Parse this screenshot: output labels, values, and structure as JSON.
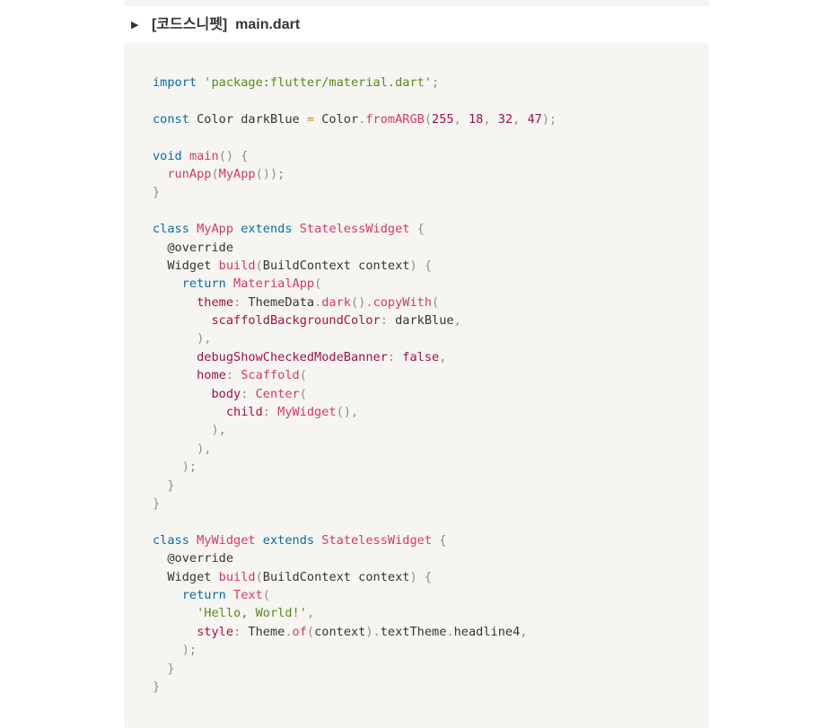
{
  "toggle": {
    "arrow_glyph": "▶",
    "title": "[코드스니펫]  main.dart"
  },
  "code": {
    "language": "dart",
    "colors": {
      "keyword": "#0a6d9e",
      "string": "#588a1b",
      "function": "#d23a62",
      "property": "#a0104a",
      "number": "#9a1050",
      "punctuation": "#8e8e8e",
      "operator": "#c48a27",
      "text": "#37352f",
      "block_background": "#f6f5f2"
    },
    "lines": [
      [
        [
          "kw",
          "import"
        ],
        [
          "txt",
          " "
        ],
        [
          "str",
          "'package:flutter/material.dart'"
        ],
        [
          "pun",
          ";"
        ]
      ],
      [],
      [
        [
          "kw",
          "const"
        ],
        [
          "txt",
          " Color darkBlue "
        ],
        [
          "op",
          "="
        ],
        [
          "txt",
          " Color"
        ],
        [
          "pun",
          "."
        ],
        [
          "fn",
          "fromARGB"
        ],
        [
          "pun",
          "("
        ],
        [
          "num",
          "255"
        ],
        [
          "pun",
          ", "
        ],
        [
          "num",
          "18"
        ],
        [
          "pun",
          ", "
        ],
        [
          "num",
          "32"
        ],
        [
          "pun",
          ", "
        ],
        [
          "num",
          "47"
        ],
        [
          "pun",
          ");"
        ]
      ],
      [],
      [
        [
          "kw",
          "void"
        ],
        [
          "txt",
          " "
        ],
        [
          "fn",
          "main"
        ],
        [
          "pun",
          "() {"
        ]
      ],
      [
        [
          "txt",
          "  "
        ],
        [
          "fn",
          "runApp"
        ],
        [
          "pun",
          "("
        ],
        [
          "fn",
          "MyApp"
        ],
        [
          "pun",
          "());"
        ]
      ],
      [
        [
          "pun",
          "}"
        ]
      ],
      [],
      [
        [
          "kw",
          "class"
        ],
        [
          "txt",
          " "
        ],
        [
          "fn",
          "MyApp"
        ],
        [
          "txt",
          " "
        ],
        [
          "kw",
          "extends"
        ],
        [
          "txt",
          " "
        ],
        [
          "fn",
          "StatelessWidget"
        ],
        [
          "txt",
          " "
        ],
        [
          "pun",
          "{"
        ]
      ],
      [
        [
          "txt",
          "  @override"
        ]
      ],
      [
        [
          "txt",
          "  Widget "
        ],
        [
          "fn",
          "build"
        ],
        [
          "pun",
          "("
        ],
        [
          "txt",
          "BuildContext context"
        ],
        [
          "pun",
          ") {"
        ]
      ],
      [
        [
          "txt",
          "    "
        ],
        [
          "kw",
          "return"
        ],
        [
          "txt",
          " "
        ],
        [
          "fn",
          "MaterialApp"
        ],
        [
          "pun",
          "("
        ]
      ],
      [
        [
          "txt",
          "      "
        ],
        [
          "prop",
          "theme"
        ],
        [
          "pun",
          ":"
        ],
        [
          "txt",
          " ThemeData"
        ],
        [
          "pun",
          "."
        ],
        [
          "fn",
          "dark"
        ],
        [
          "pun",
          "()."
        ],
        [
          "fn",
          "copyWith"
        ],
        [
          "pun",
          "("
        ]
      ],
      [
        [
          "txt",
          "        "
        ],
        [
          "prop",
          "scaffoldBackgroundColor"
        ],
        [
          "pun",
          ":"
        ],
        [
          "txt",
          " darkBlue"
        ],
        [
          "pun",
          ","
        ]
      ],
      [
        [
          "txt",
          "      "
        ],
        [
          "pun",
          "),"
        ]
      ],
      [
        [
          "txt",
          "      "
        ],
        [
          "prop",
          "debugShowCheckedModeBanner"
        ],
        [
          "pun",
          ":"
        ],
        [
          "txt",
          " "
        ],
        [
          "prop",
          "false"
        ],
        [
          "pun",
          ","
        ]
      ],
      [
        [
          "txt",
          "      "
        ],
        [
          "prop",
          "home"
        ],
        [
          "pun",
          ":"
        ],
        [
          "txt",
          " "
        ],
        [
          "fn",
          "Scaffold"
        ],
        [
          "pun",
          "("
        ]
      ],
      [
        [
          "txt",
          "        "
        ],
        [
          "prop",
          "body"
        ],
        [
          "pun",
          ":"
        ],
        [
          "txt",
          " "
        ],
        [
          "fn",
          "Center"
        ],
        [
          "pun",
          "("
        ]
      ],
      [
        [
          "txt",
          "          "
        ],
        [
          "prop",
          "child"
        ],
        [
          "pun",
          ":"
        ],
        [
          "txt",
          " "
        ],
        [
          "fn",
          "MyWidget"
        ],
        [
          "pun",
          "(),"
        ]
      ],
      [
        [
          "txt",
          "        "
        ],
        [
          "pun",
          "),"
        ]
      ],
      [
        [
          "txt",
          "      "
        ],
        [
          "pun",
          "),"
        ]
      ],
      [
        [
          "txt",
          "    "
        ],
        [
          "pun",
          ");"
        ]
      ],
      [
        [
          "txt",
          "  "
        ],
        [
          "pun",
          "}"
        ]
      ],
      [
        [
          "pun",
          "}"
        ]
      ],
      [],
      [
        [
          "kw",
          "class"
        ],
        [
          "txt",
          " "
        ],
        [
          "fn",
          "MyWidget"
        ],
        [
          "txt",
          " "
        ],
        [
          "kw",
          "extends"
        ],
        [
          "txt",
          " "
        ],
        [
          "fn",
          "StatelessWidget"
        ],
        [
          "txt",
          " "
        ],
        [
          "pun",
          "{"
        ]
      ],
      [
        [
          "txt",
          "  @override"
        ]
      ],
      [
        [
          "txt",
          "  Widget "
        ],
        [
          "fn",
          "build"
        ],
        [
          "pun",
          "("
        ],
        [
          "txt",
          "BuildContext context"
        ],
        [
          "pun",
          ") {"
        ]
      ],
      [
        [
          "txt",
          "    "
        ],
        [
          "kw",
          "return"
        ],
        [
          "txt",
          " "
        ],
        [
          "fn",
          "Text"
        ],
        [
          "pun",
          "("
        ]
      ],
      [
        [
          "txt",
          "      "
        ],
        [
          "str",
          "'Hello, World!'"
        ],
        [
          "pun",
          ","
        ]
      ],
      [
        [
          "txt",
          "      "
        ],
        [
          "prop",
          "style"
        ],
        [
          "pun",
          ":"
        ],
        [
          "txt",
          " Theme"
        ],
        [
          "pun",
          "."
        ],
        [
          "fn",
          "of"
        ],
        [
          "pun",
          "("
        ],
        [
          "txt",
          "context"
        ],
        [
          "pun",
          ")."
        ],
        [
          "txt",
          "textTheme"
        ],
        [
          "pun",
          "."
        ],
        [
          "txt",
          "headline4"
        ],
        [
          "pun",
          ","
        ]
      ],
      [
        [
          "txt",
          "    "
        ],
        [
          "pun",
          ");"
        ]
      ],
      [
        [
          "txt",
          "  "
        ],
        [
          "pun",
          "}"
        ]
      ],
      [
        [
          "pun",
          "}"
        ]
      ]
    ]
  }
}
